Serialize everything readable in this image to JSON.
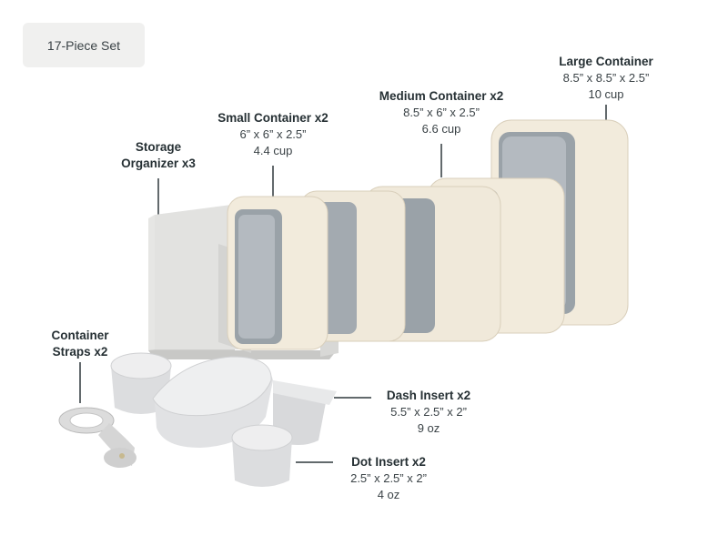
{
  "badge": "17-Piece Set",
  "items": {
    "storage": {
      "name": "Storage\nOrganizer x3"
    },
    "small": {
      "name": "Small Container x2",
      "dim": "6” x 6” x 2.5”",
      "cap": "4.4 cup"
    },
    "medium": {
      "name": "Medium Container x2",
      "dim": "8.5” x 6” x 2.5”",
      "cap": "6.6 cup"
    },
    "large": {
      "name": "Large Container",
      "dim": "8.5” x 8.5” x 2.5”",
      "cap": "10 cup"
    },
    "straps": {
      "name": "Container\nStraps x2"
    },
    "dash": {
      "name": "Dash Insert x2",
      "dim": "5.5” x 2.5” x 2”",
      "cap": "9 oz"
    },
    "dot": {
      "name": "Dot Insert x2",
      "dim": "2.5” x 2.5” x 2”",
      "cap": "4 oz"
    }
  },
  "colors": {
    "cream": "#efe7d6",
    "glass": "#9aa2a8",
    "organizer": "#d9d9d7",
    "insert": "#e4e5e6"
  }
}
